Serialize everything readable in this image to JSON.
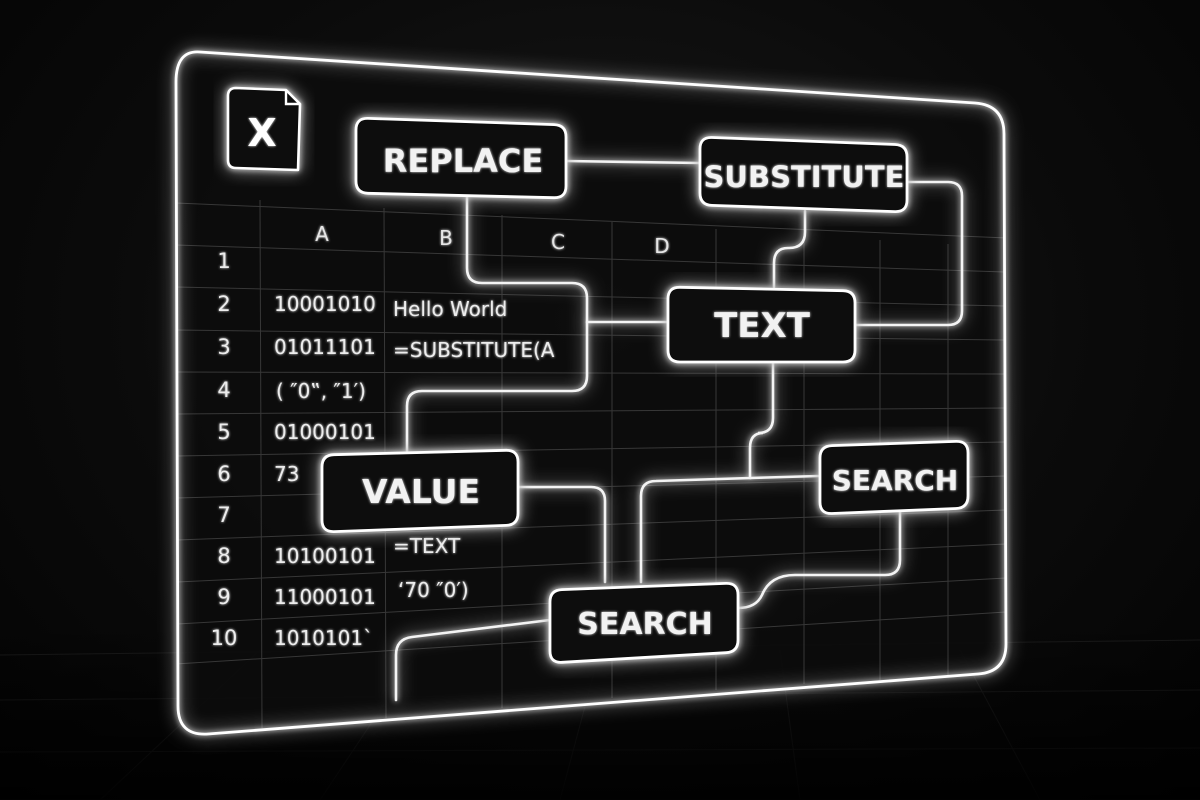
{
  "app_icon": {
    "icon": "spreadsheet-x-icon",
    "letter": "X"
  },
  "columns": [
    "A",
    "B",
    "C",
    "D"
  ],
  "rows": [
    {
      "num": "1",
      "a": "",
      "b": ""
    },
    {
      "num": "2",
      "a": "10001010",
      "b": "Hello World"
    },
    {
      "num": "3",
      "a": "01011101",
      "b": "=SUBSTITUTE(A"
    },
    {
      "num": "4",
      "a": "( ″0‟, ″1′)",
      "b": ""
    },
    {
      "num": "5",
      "a": "01000101",
      "b": ""
    },
    {
      "num": "6",
      "a": "73",
      "b": ""
    },
    {
      "num": "7",
      "a": "",
      "b": ""
    },
    {
      "num": "8",
      "a": "10100101",
      "b": "=TEXT"
    },
    {
      "num": "9",
      "a": "11000101",
      "b": "‘70  ″0′)"
    },
    {
      "num": "10",
      "a": "1010101`",
      "b": ""
    }
  ],
  "nodes": {
    "replace": "REPLACE",
    "substitute": "SUBSTITUTE",
    "text": "TEXT",
    "value": "VALUE",
    "search_right": "SEARCH",
    "search_bottom": "SEARCH"
  },
  "colors": {
    "background": "#050505",
    "panel_fill": "#0d0d0d",
    "glow": "#ffffff",
    "grid": "#4a4a4a",
    "node_fill": "#0a0a0a",
    "text": "#f2f2f2"
  }
}
